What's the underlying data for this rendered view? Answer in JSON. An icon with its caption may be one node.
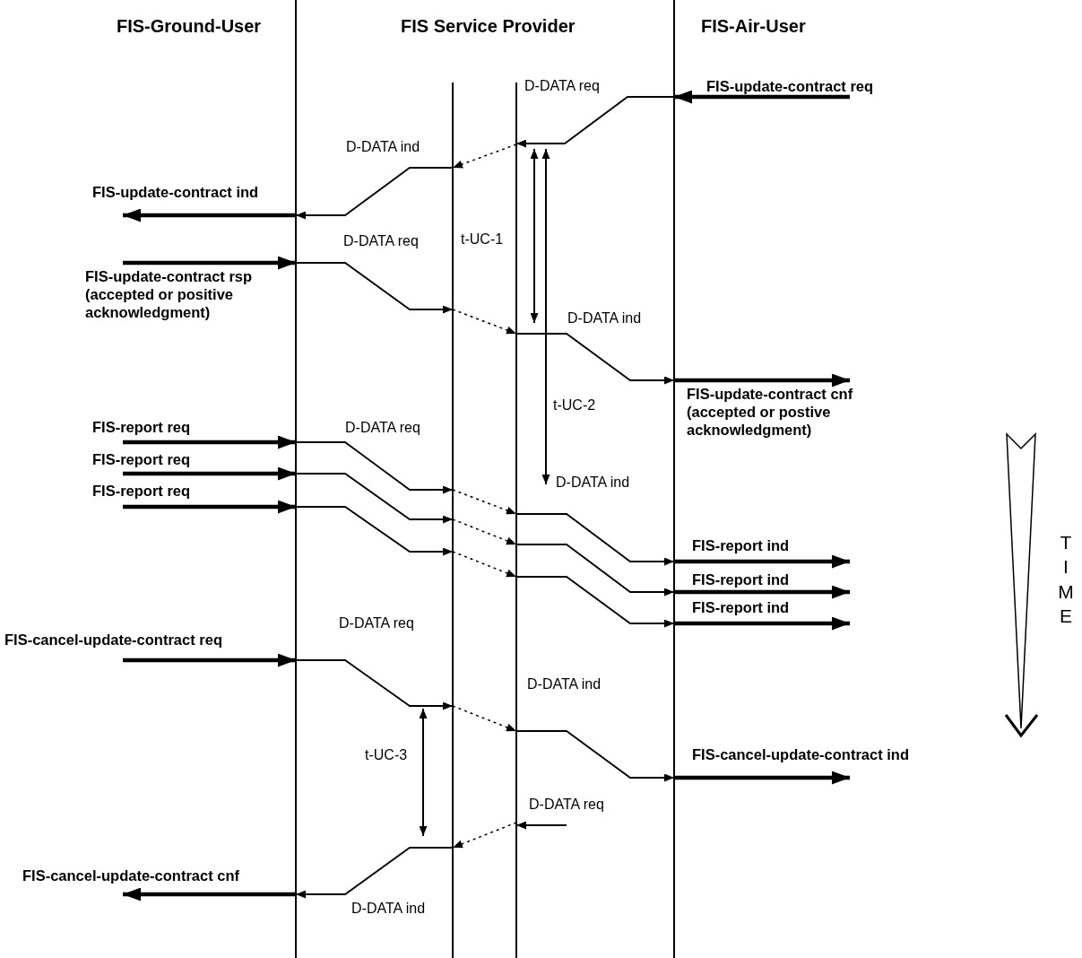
{
  "diagram": {
    "nodes": [
      {
        "text": [],
        "shape": "line"
      },
      {
        "text": [],
        "shape": "line"
      },
      {
        "text": [],
        "shape": "line"
      },
      {
        "text": [],
        "shape": "line"
      }
    ],
    "edges": [
      {
        "from": null,
        "to": 3,
        "arrow": "to",
        "style": "thick",
        "label": "FIS-update-contract req"
      },
      {
        "from": 3,
        "to": 2,
        "arrow": "to",
        "label": "D-DATA req"
      },
      {
        "from": 2,
        "to": 1,
        "arrow": "to",
        "style": "dashed"
      },
      {
        "from": 1,
        "to": 0,
        "arrow": "to",
        "label": "D-DATA ind"
      },
      {
        "from": 0,
        "to": null,
        "arrow": "to",
        "style": "thick",
        "label": "FIS-update-contract ind"
      },
      {
        "from": null,
        "to": 0,
        "arrow": "to",
        "style": "thick",
        "label": "FIS-update-contract rsp (accepted or positive acknowledgment)"
      },
      {
        "from": 0,
        "to": 1,
        "arrow": "to",
        "label": "D-DATA req"
      },
      {
        "from": 1,
        "to": 2,
        "arrow": "to",
        "style": "dashed"
      },
      {
        "from": 2,
        "to": 3,
        "arrow": "to",
        "label": "D-DATA ind"
      },
      {
        "from": 3,
        "to": null,
        "arrow": "to",
        "style": "thick",
        "label": "FIS-update-contract cnf (accepted or postive acknowledgment)"
      },
      {
        "from": null,
        "to": 0,
        "arrow": "to",
        "style": "thick",
        "label": "FIS-report req"
      },
      {
        "from": null,
        "to": 0,
        "arrow": "to",
        "style": "thick",
        "label": "FIS-report req"
      },
      {
        "from": null,
        "to": 0,
        "arrow": "to",
        "style": "thick",
        "label": "FIS-report req"
      },
      {
        "from": 0,
        "to": 1,
        "arrow": "to",
        "label": "D-DATA req"
      },
      {
        "from": 0,
        "to": 1,
        "arrow": "to"
      },
      {
        "from": 0,
        "to": 1,
        "arrow": "to"
      },
      {
        "from": 1,
        "to": 2,
        "arrow": "to",
        "style": "dashed"
      },
      {
        "from": 1,
        "to": 2,
        "arrow": "to",
        "style": "dashed"
      },
      {
        "from": 1,
        "to": 2,
        "arrow": "to",
        "style": "dashed"
      },
      {
        "from": 2,
        "to": 3,
        "arrow": "to",
        "label": "D-DATA ind"
      },
      {
        "from": 2,
        "to": 3,
        "arrow": "to"
      },
      {
        "from": 2,
        "to": 3,
        "arrow": "to"
      },
      {
        "from": 3,
        "to": null,
        "arrow": "to",
        "style": "thick",
        "label": "FIS-report ind"
      },
      {
        "from": 3,
        "to": null,
        "arrow": "to",
        "style": "thick",
        "label": "FIS-report ind"
      },
      {
        "from": 3,
        "to": null,
        "arrow": "to",
        "style": "thick",
        "label": "FIS-report ind"
      },
      {
        "from": null,
        "to": 0,
        "arrow": "to",
        "style": "thick",
        "label": "FIS-cancel-update-contract req"
      },
      {
        "from": 0,
        "to": 1,
        "arrow": "to",
        "label": "D-DATA req"
      },
      {
        "from": 1,
        "to": 2,
        "arrow": "to",
        "style": "dashed"
      },
      {
        "from": 2,
        "to": 3,
        "arrow": "to",
        "label": "D-DATA ind"
      },
      {
        "from": 3,
        "to": null,
        "arrow": "to",
        "style": "thick",
        "label": "FIS-cancel-update-contract ind"
      },
      {
        "from": null,
        "to": 2,
        "arrow": "to",
        "label": "D-DATA req"
      },
      {
        "from": 2,
        "to": 1,
        "arrow": "to",
        "style": "dashed"
      },
      {
        "from": 1,
        "to": 0,
        "arrow": "to",
        "label": "D-DATA ind"
      },
      {
        "from": 0,
        "to": null,
        "arrow": "to",
        "style": "thick",
        "label": "FIS-cancel-update-contract cnf"
      }
    ],
    "labels": [
      "FIS-Ground-User",
      "FIS Service Provider",
      "FIS-Air-User",
      "t-UC-1",
      "t-UC-2",
      "t-UC-3",
      "TIME"
    ]
  }
}
